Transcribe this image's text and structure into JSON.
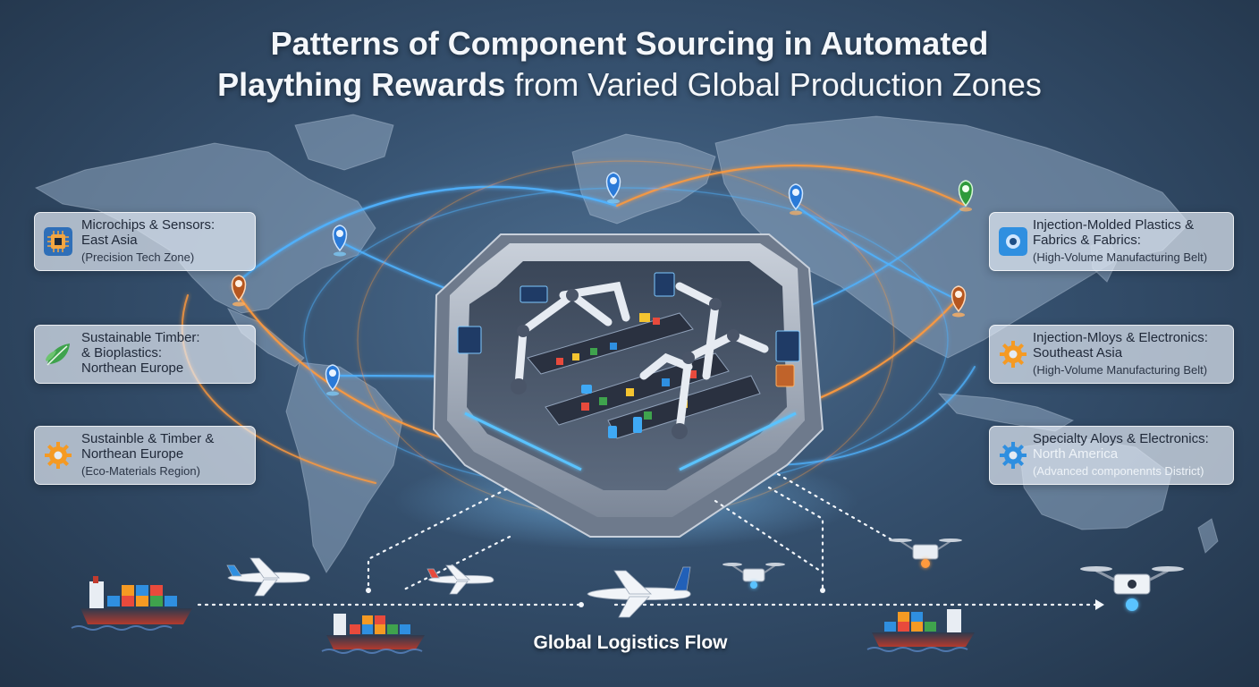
{
  "title": {
    "line1": "Patterns of Component Sourcing in Automated",
    "line2_bold": "Plaything Rewards",
    "line2_rest": " from Varied Global Production Zones"
  },
  "left_cards": [
    {
      "line1": "Microchips & Sensors:",
      "line2": "East Asia",
      "line3": "(Precision Tech Zone)",
      "icon": "microchip-icon",
      "color": "#f4a640"
    },
    {
      "line1": "Sustainable Timber:",
      "line2": "& Bioplastics:",
      "line3": "Northean Europe",
      "icon": "leaf-icon",
      "color": "#3fa34d"
    },
    {
      "line1": "Sustainble & Timber &",
      "line2": "Northean Europe",
      "line3": "(Eco-Materials Region)",
      "icon": "gear-icon",
      "color": "#f59a23"
    }
  ],
  "right_cards": [
    {
      "line1": "Injection-Molded Plastics &",
      "line2": "Fabrics & Fabrics:",
      "line3": "(High-Volume Manufacturing Belt)",
      "icon": "plastic-gear-icon",
      "color": "#2f8fe0"
    },
    {
      "line1": "Injection-Mloys & Electronics:",
      "line2": "Southeast Asia",
      "line3": "(High-Volume Manufacturing Belt)",
      "icon": "gear-icon",
      "color": "#f59a23"
    },
    {
      "line1": "Specialty Aloys & Electronics:",
      "line2": "North America",
      "line3": "(Advanced componennts District)",
      "icon": "gear-icon",
      "color": "#2f8fe0"
    }
  ],
  "footer": "Global Logistics Flow",
  "colors": {
    "background": "#35506e",
    "route_blue": "#4fb3ff",
    "route_orange": "#ff9a3c",
    "factory_frame": "#9ea8b6"
  }
}
